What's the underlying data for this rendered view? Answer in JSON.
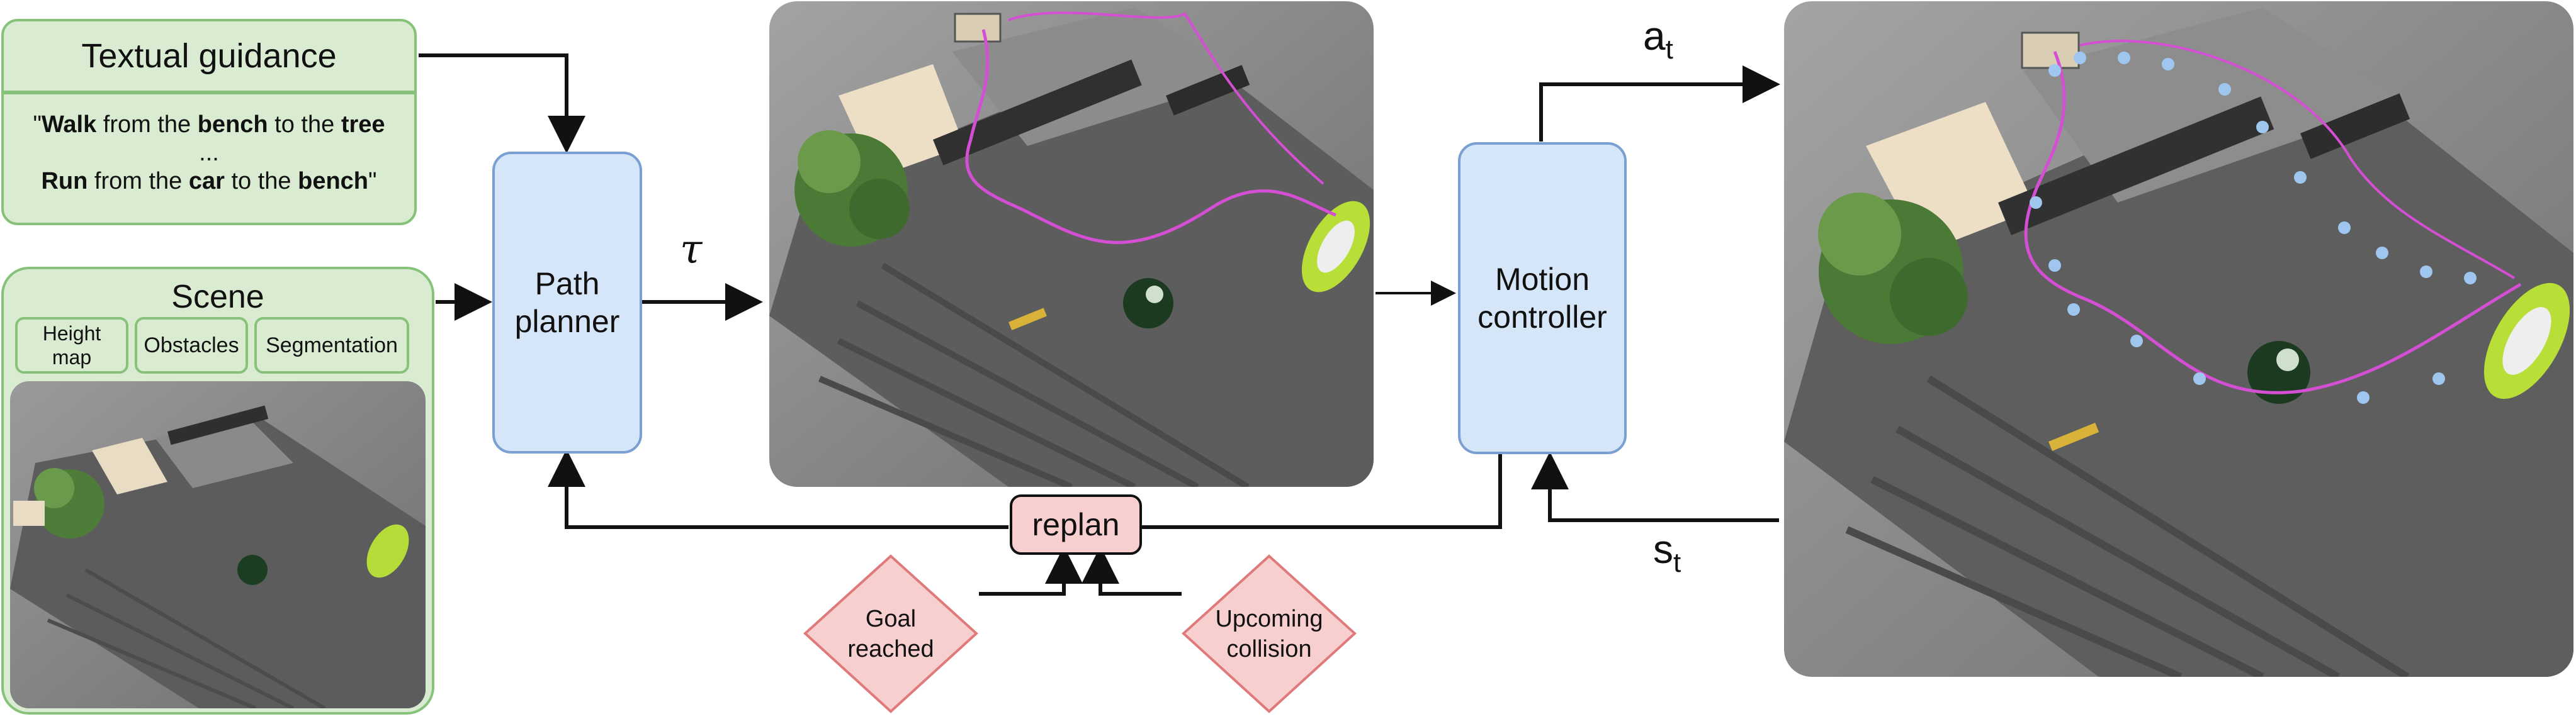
{
  "textual_guidance": {
    "title": "Textual guidance",
    "line1": {
      "open": "\"",
      "w1": "Walk",
      "t1": " from the ",
      "w2": "bench",
      "t2": " to the ",
      "w3": "tree"
    },
    "ellipsis": "...",
    "line2": {
      "w1": "Run",
      "t1": " from the ",
      "w2": "car",
      "t2": " to the ",
      "w3": "bench",
      "close": "\""
    }
  },
  "scene": {
    "title": "Scene",
    "height_map": "Height map",
    "obstacles": "Obstacles",
    "segmentation": "Segmentation"
  },
  "path_planner": "Path planner",
  "tau": "τ",
  "motion_controller": "Motion controller",
  "a_t": {
    "base": "a",
    "sub": "t"
  },
  "s_t": {
    "base": "s",
    "sub": "t"
  },
  "replan": "replan",
  "goal_reached": "Goal reached",
  "upcoming_collision": "Upcoming collision",
  "colors": {
    "green_fill": "#d9ecd2",
    "green_border": "#87c27a",
    "blue_fill": "#d6e6f9",
    "blue_border": "#7a9fd2",
    "pink_fill": "#f7cfcf",
    "pink_border": "#e07a7a",
    "trajectory": "#d44fd4"
  },
  "icons": [
    "arrow-icon",
    "bench-icon",
    "tree-icon",
    "car-icon",
    "ball-icon",
    "character-icon"
  ]
}
